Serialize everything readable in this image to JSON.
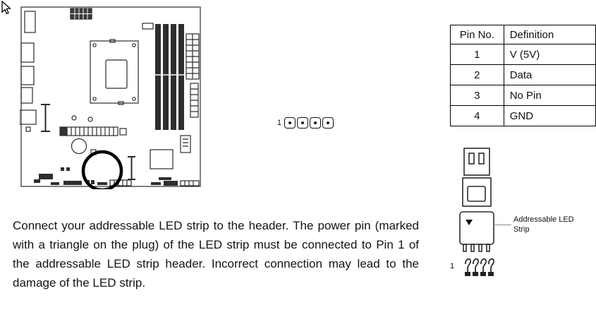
{
  "colors": {
    "ink": "#141414",
    "diagram_stroke": "#2b2b2b",
    "table_border": "#000000"
  },
  "pin_table": {
    "headers": [
      "Pin No.",
      "Definition"
    ],
    "rows": [
      [
        "1",
        "V (5V)"
      ],
      [
        "2",
        "Data"
      ],
      [
        "3",
        "No Pin"
      ],
      [
        "4",
        "GND"
      ]
    ]
  },
  "header_diagram": {
    "pin1_label": "1"
  },
  "connector_diagram": {
    "label": "Addressable LED Strip",
    "pin1_label": "1"
  },
  "instructions": "Connect your addressable LED strip to the header. The power pin (marked with a triangle on the plug) of the LED strip must be connected to Pin 1 of the addressable LED strip header. Incorrect connection may lead to the damage of the LED strip."
}
